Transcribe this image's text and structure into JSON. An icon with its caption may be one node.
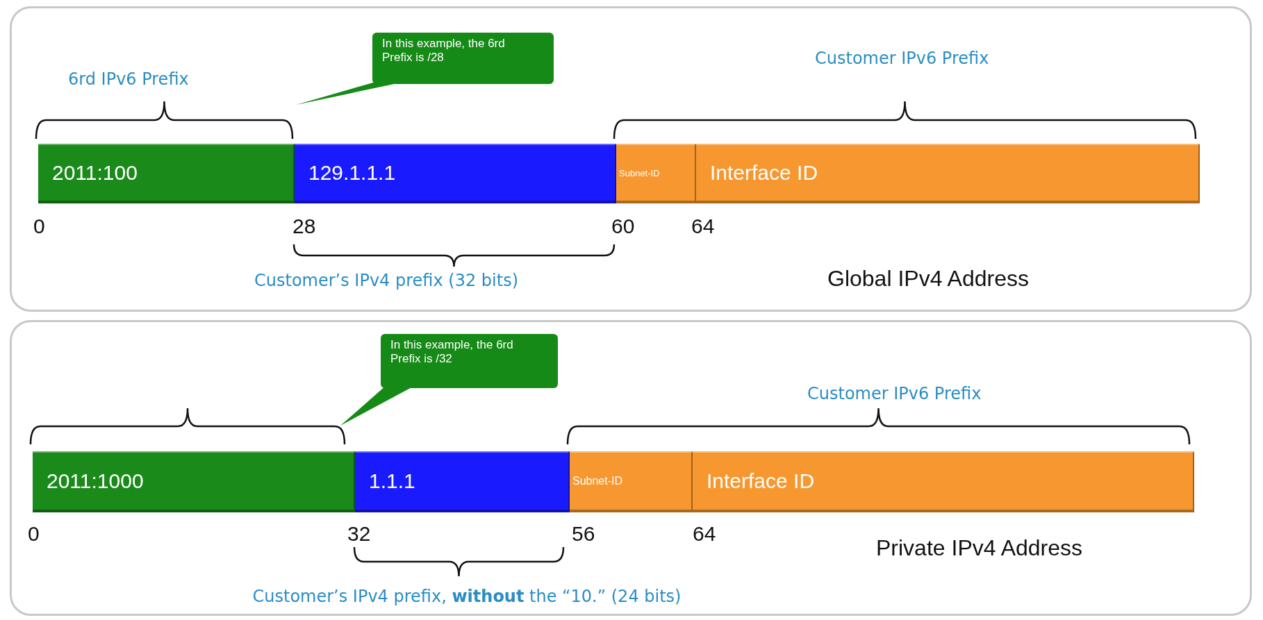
{
  "diagram": {
    "nodes": [
      {
        "text": [
          "Global IPv4 Address"
        ]
      },
      {
        "text": [
          "In this example, the 6rd Prefix is /28"
        ],
        "in": 0
      },
      {
        "text": [
          "2011:100"
        ],
        "in": 0
      },
      {
        "text": [
          "129.1.1.1"
        ],
        "in": 0
      },
      {
        "text": [
          "Subnet-ID"
        ],
        "in": 0
      },
      {
        "text": [
          "Interface ID"
        ],
        "in": 0
      },
      {
        "text": [
          "Private IPv4 Address"
        ]
      },
      {
        "text": [
          "In this example, the 6rd Prefix is /32"
        ],
        "in": 6
      },
      {
        "text": [
          "2011:1000"
        ],
        "in": 6
      },
      {
        "text": [
          "1.1.1"
        ],
        "in": 6
      },
      {
        "text": [
          "Subnet-ID"
        ],
        "in": 6
      },
      {
        "text": [
          "Interface ID"
        ],
        "in": 6
      }
    ],
    "edges": [],
    "labels": [
      "6rd IPv6 Prefix",
      "Customer IPv6 Prefix",
      "0",
      "28",
      "60",
      "64",
      "Customer’s IPv4 prefix (32 bits)",
      "Customer IPv6 Prefix",
      "0",
      "32",
      "56",
      "64",
      "Customer’s IPv4 prefix, **without** the “10.” (24 bits)"
    ]
  }
}
